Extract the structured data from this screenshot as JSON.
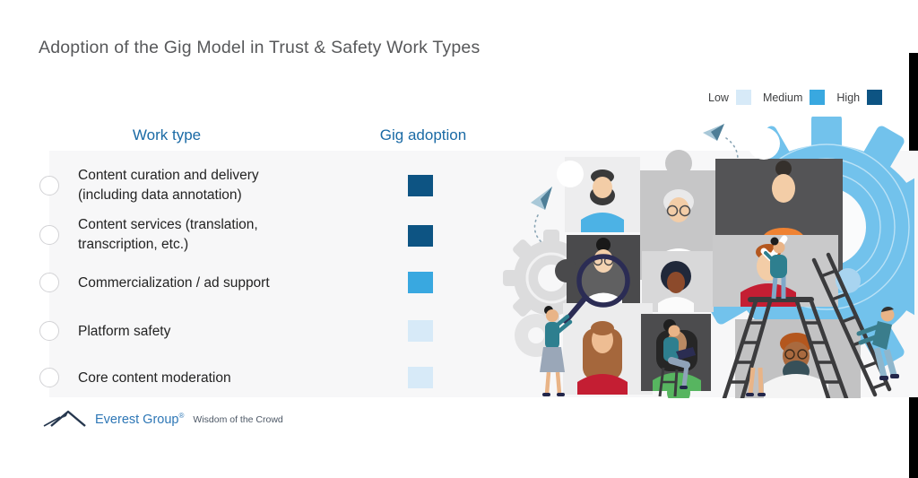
{
  "page": {
    "title": "Adoption of the Gig Model in Trust & Safety Work Types"
  },
  "legend": {
    "items": [
      {
        "label": "Low",
        "color": "#d7eaf8"
      },
      {
        "label": "Medium",
        "color": "#39a8e0"
      },
      {
        "label": "High",
        "color": "#0d5483"
      }
    ]
  },
  "table": {
    "work_type_header": "Work type",
    "gig_adoption_header": "Gig adoption",
    "rows": [
      {
        "work_type": "Content curation and delivery (including data annotation)",
        "gig_adoption": "High"
      },
      {
        "work_type": "Content services (translation, transcription, etc.)",
        "gig_adoption": "High"
      },
      {
        "work_type": "Commercialization / ad support",
        "gig_adoption": "Medium"
      },
      {
        "work_type": "Platform safety",
        "gig_adoption": "Low"
      },
      {
        "work_type": "Core content moderation",
        "gig_adoption": "Low"
      }
    ]
  },
  "footer": {
    "brand": "Everest Group",
    "registered_mark": "®",
    "tagline": "Wisdom of the Crowd"
  },
  "icons": {
    "mountain": "everest-mountain-icon",
    "paper_plane": "paper-plane-icon",
    "gear": "gear-icon",
    "magnifier": "magnifying-glass-icon",
    "ladder": "ladder-icon",
    "checkmark": "checkmark-icon",
    "puzzle_piece": "puzzle-piece"
  },
  "chart_data": {
    "type": "table",
    "title": "Adoption of the Gig Model in Trust & Safety Work Types",
    "columns": [
      "Work type",
      "Gig adoption"
    ],
    "categories": [
      "Content curation and delivery (including data annotation)",
      "Content services (translation, transcription, etc.)",
      "Commercialization / ad support",
      "Platform safety",
      "Core content moderation"
    ],
    "values": [
      "High",
      "High",
      "Medium",
      "Low",
      "Low"
    ],
    "scale": [
      "Low",
      "Medium",
      "High"
    ],
    "scale_colors": {
      "Low": "#d7eaf8",
      "Medium": "#39a8e0",
      "High": "#0d5483"
    },
    "legend_position": "top-right"
  }
}
